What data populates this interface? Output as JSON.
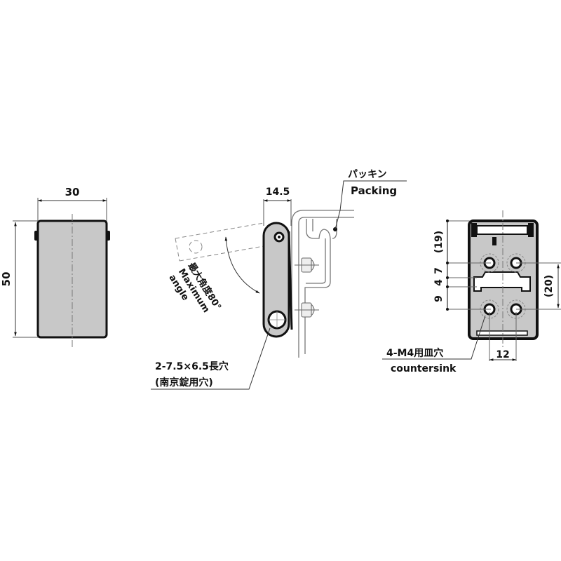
{
  "colors": {
    "part_fill": "#c8c8c8",
    "outline": "#111111",
    "dim_line": "#555555",
    "center_line": "#777777",
    "background": "#ffffff"
  },
  "front_view": {
    "width_dim": "30",
    "height_dim": "50"
  },
  "side_view": {
    "thickness_dim": "14.5",
    "packing_jp": "パッキン",
    "packing_en": "Packing",
    "angle_jp": "最大角度80°",
    "angle_en_1": "Maximum",
    "angle_en_2": "angle",
    "slot_spec": "2-7.5×6.5長穴",
    "slot_note": "(南京錠用穴)"
  },
  "rear_view": {
    "dim_19": "(19)",
    "dim_9": "9",
    "dim_4": "4",
    "dim_7": "7",
    "dim_20": "(20)",
    "dim_12": "12",
    "hole_spec": "4-M4用皿穴",
    "hole_en": "countersink"
  }
}
